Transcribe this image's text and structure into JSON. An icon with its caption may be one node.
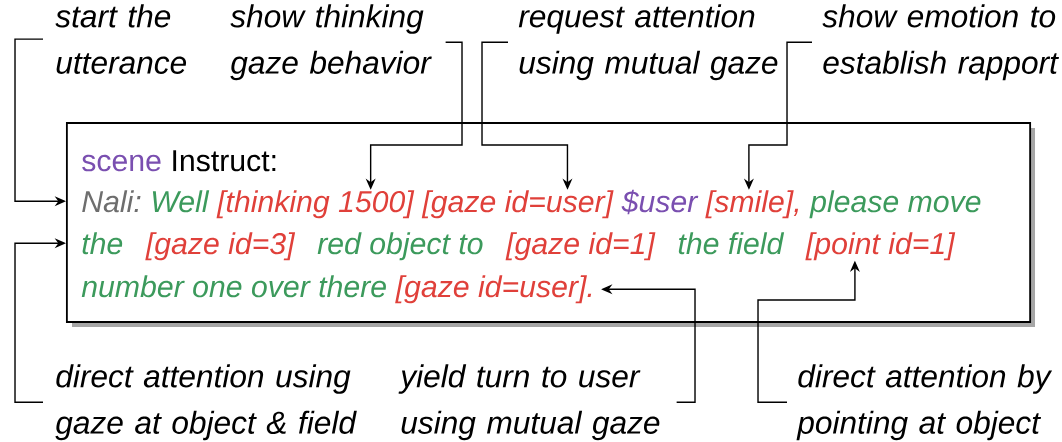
{
  "diagram": {
    "nodes": [
      {
        "text": [
          "start the utterance"
        ]
      },
      {
        "text": [
          "show thinking gaze behavior"
        ]
      },
      {
        "text": [
          "request attention using mutual gaze"
        ]
      },
      {
        "text": [
          "show emotion to establish rapport"
        ]
      },
      {
        "text": [],
        "shape": "box"
      },
      {
        "text": [
          "scene"
        ],
        "in": 4
      },
      {
        "text": [
          "Instruct:"
        ],
        "in": 4
      },
      {
        "text": [
          "Nali:"
        ],
        "in": 4
      },
      {
        "text": [
          "Well"
        ],
        "in": 4
      },
      {
        "text": [
          "[thinking 1500]"
        ],
        "in": 4
      },
      {
        "text": [
          "[gaze id=user]"
        ],
        "in": 4
      },
      {
        "text": [
          "$user"
        ],
        "in": 4
      },
      {
        "text": [
          "[smile],"
        ],
        "in": 4
      },
      {
        "text": [
          "please move"
        ],
        "in": 4
      },
      {
        "text": [
          "the"
        ],
        "in": 4
      },
      {
        "text": [
          "[gaze id=3]"
        ],
        "in": 4
      },
      {
        "text": [
          "red object to"
        ],
        "in": 4
      },
      {
        "text": [
          "[gaze id=1]"
        ],
        "in": 4
      },
      {
        "text": [
          "the field"
        ],
        "in": 4
      },
      {
        "text": [
          "[point id=1]"
        ],
        "in": 4
      },
      {
        "text": [
          "number one over there"
        ],
        "in": 4
      },
      {
        "text": [
          "[gaze id=user]."
        ],
        "in": 4
      },
      {
        "text": [
          "direct attention using gaze at object & field"
        ]
      },
      {
        "text": [
          "yield turn to user using mutual gaze"
        ]
      },
      {
        "text": [
          "direct attention by pointing at object"
        ]
      }
    ],
    "edges": [
      {
        "from": 0,
        "to": 4,
        "arrow": "to"
      },
      {
        "from": 1,
        "to": 9,
        "arrow": "to"
      },
      {
        "from": 2,
        "to": 10,
        "arrow": "to"
      },
      {
        "from": 3,
        "to": 12,
        "arrow": "to"
      },
      {
        "from": 22,
        "to": 4,
        "arrow": "to"
      },
      {
        "from": 23,
        "to": 21,
        "arrow": "to"
      },
      {
        "from": 24,
        "to": 19,
        "arrow": "to"
      }
    ]
  }
}
